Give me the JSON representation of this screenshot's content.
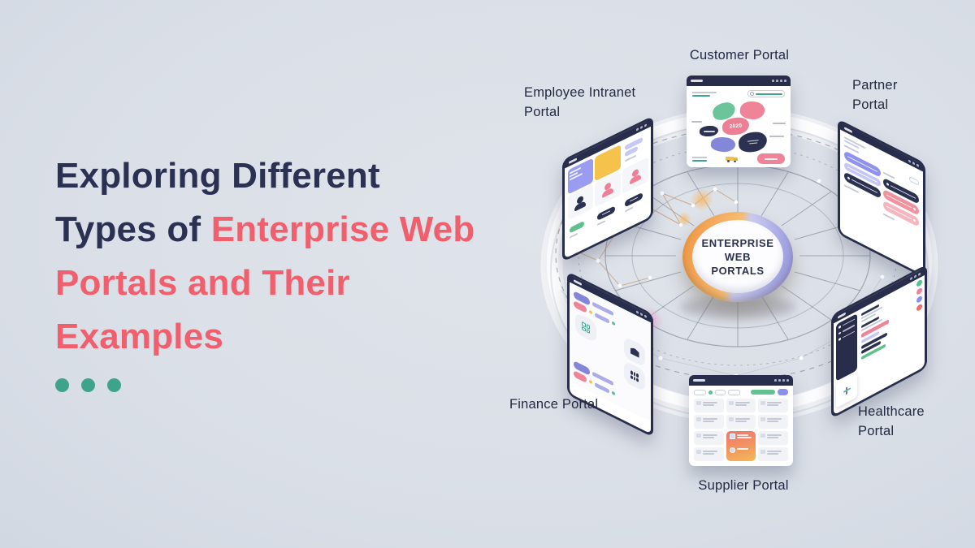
{
  "title": {
    "line1": "Exploring Different",
    "line2_prefix": "Types of ",
    "line2_accent": "Enterprise Web",
    "line3": "Portals and Their",
    "line4": "Examples"
  },
  "palette": {
    "background": "#dbe0e8",
    "title_dark": "#2b3152",
    "title_accent": "#f15e6c",
    "accent_dots": "#3fa38c",
    "window_chrome": "#272d4a",
    "hub_ring_left": "#ef9440",
    "hub_ring_right": "#8f91dc",
    "purple": "#8f92ec",
    "lavender": "#c5c7f4",
    "pink": "#ee7f94",
    "green": "#5fc08e",
    "yellow": "#f5c24b",
    "orange_card": "#f2726f"
  },
  "center": {
    "line1": "ENTERPRISE",
    "line2": "WEB",
    "line3": "PORTALS"
  },
  "portals": {
    "customer": {
      "label": "Customer Portal"
    },
    "partner": {
      "label": "Partner Portal"
    },
    "employee": {
      "label": "Employee Intranet Portal"
    },
    "finance": {
      "label": "Finance Portal"
    },
    "supplier": {
      "label": "Supplier Portal"
    },
    "healthcare": {
      "label": "Healthcare Portal"
    }
  },
  "customer_window": {
    "badge": "2020"
  },
  "icons": {
    "truck": "yellow-delivery-truck",
    "medical_cross": "two-tone-cross",
    "bank": "bank-building",
    "window_controls": "three-dots"
  }
}
